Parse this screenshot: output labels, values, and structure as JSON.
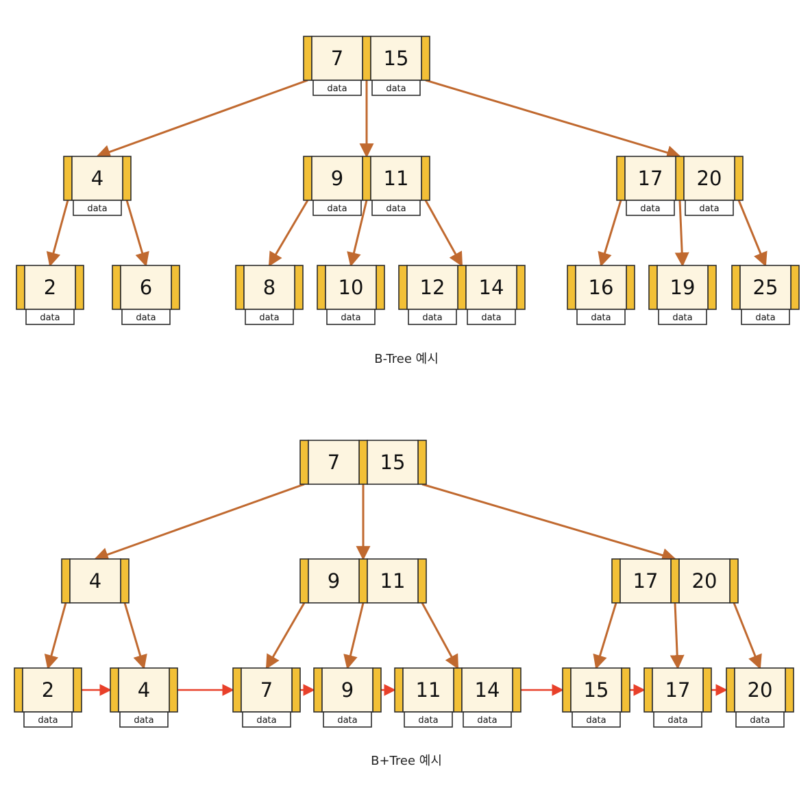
{
  "colors": {
    "node_fill": "#fdf5e0",
    "pointer_fill": "#f2c037",
    "border": "#2b2b2b",
    "edge": "#c0692f",
    "leaf_link": "#e8402a"
  },
  "btree": {
    "caption": "B-Tree 예시",
    "data_label": "data",
    "nodes": [
      {
        "id": "b-root",
        "keys": [
          "7",
          "15"
        ],
        "has_data": true
      },
      {
        "id": "b-n4",
        "keys": [
          "4"
        ],
        "has_data": true
      },
      {
        "id": "b-n9-11",
        "keys": [
          "9",
          "11"
        ],
        "has_data": true
      },
      {
        "id": "b-n17-20",
        "keys": [
          "17",
          "20"
        ],
        "has_data": true
      },
      {
        "id": "b-leaf-2",
        "keys": [
          "2"
        ],
        "has_data": true
      },
      {
        "id": "b-leaf-6",
        "keys": [
          "6"
        ],
        "has_data": true
      },
      {
        "id": "b-leaf-8",
        "keys": [
          "8"
        ],
        "has_data": true
      },
      {
        "id": "b-leaf-10",
        "keys": [
          "10"
        ],
        "has_data": true
      },
      {
        "id": "b-leaf-12-14",
        "keys": [
          "12",
          "14"
        ],
        "has_data": true
      },
      {
        "id": "b-leaf-16",
        "keys": [
          "16"
        ],
        "has_data": true
      },
      {
        "id": "b-leaf-19",
        "keys": [
          "19"
        ],
        "has_data": true
      },
      {
        "id": "b-leaf-25",
        "keys": [
          "25"
        ],
        "has_data": true
      }
    ],
    "edges": [
      {
        "from": "b-root",
        "to": "b-n4"
      },
      {
        "from": "b-root",
        "to": "b-n9-11"
      },
      {
        "from": "b-root",
        "to": "b-n17-20"
      },
      {
        "from": "b-n4",
        "to": "b-leaf-2"
      },
      {
        "from": "b-n4",
        "to": "b-leaf-6"
      },
      {
        "from": "b-n9-11",
        "to": "b-leaf-8"
      },
      {
        "from": "b-n9-11",
        "to": "b-leaf-10"
      },
      {
        "from": "b-n9-11",
        "to": "b-leaf-12-14"
      },
      {
        "from": "b-n17-20",
        "to": "b-leaf-16"
      },
      {
        "from": "b-n17-20",
        "to": "b-leaf-19"
      },
      {
        "from": "b-n17-20",
        "to": "b-leaf-25"
      }
    ]
  },
  "bplustree": {
    "caption": "B+Tree 예시",
    "data_label": "data",
    "nodes": [
      {
        "id": "p-root",
        "keys": [
          "7",
          "15"
        ],
        "has_data": false
      },
      {
        "id": "p-n4",
        "keys": [
          "4"
        ],
        "has_data": false
      },
      {
        "id": "p-n9-11",
        "keys": [
          "9",
          "11"
        ],
        "has_data": false
      },
      {
        "id": "p-n17-20",
        "keys": [
          "17",
          "20"
        ],
        "has_data": false
      },
      {
        "id": "p-leaf-2",
        "keys": [
          "2"
        ],
        "has_data": true
      },
      {
        "id": "p-leaf-4",
        "keys": [
          "4"
        ],
        "has_data": true
      },
      {
        "id": "p-leaf-7",
        "keys": [
          "7"
        ],
        "has_data": true
      },
      {
        "id": "p-leaf-9",
        "keys": [
          "9"
        ],
        "has_data": true
      },
      {
        "id": "p-leaf-11-14",
        "keys": [
          "11",
          "14"
        ],
        "has_data": true
      },
      {
        "id": "p-leaf-15",
        "keys": [
          "15"
        ],
        "has_data": true
      },
      {
        "id": "p-leaf-17",
        "keys": [
          "17"
        ],
        "has_data": true
      },
      {
        "id": "p-leaf-20",
        "keys": [
          "20"
        ],
        "has_data": true
      }
    ],
    "edges": [
      {
        "from": "p-root",
        "to": "p-n4"
      },
      {
        "from": "p-root",
        "to": "p-n9-11"
      },
      {
        "from": "p-root",
        "to": "p-n17-20"
      },
      {
        "from": "p-n4",
        "to": "p-leaf-2"
      },
      {
        "from": "p-n4",
        "to": "p-leaf-4"
      },
      {
        "from": "p-n9-11",
        "to": "p-leaf-7"
      },
      {
        "from": "p-n9-11",
        "to": "p-leaf-9"
      },
      {
        "from": "p-n9-11",
        "to": "p-leaf-11-14"
      },
      {
        "from": "p-n17-20",
        "to": "p-leaf-15"
      },
      {
        "from": "p-n17-20",
        "to": "p-leaf-17"
      },
      {
        "from": "p-n17-20",
        "to": "p-leaf-20"
      }
    ],
    "leaf_links": [
      {
        "from": "p-leaf-2",
        "to": "p-leaf-4"
      },
      {
        "from": "p-leaf-4",
        "to": "p-leaf-7"
      },
      {
        "from": "p-leaf-7",
        "to": "p-leaf-9"
      },
      {
        "from": "p-leaf-9",
        "to": "p-leaf-11-14"
      },
      {
        "from": "p-leaf-11-14",
        "to": "p-leaf-15"
      },
      {
        "from": "p-leaf-15",
        "to": "p-leaf-17"
      },
      {
        "from": "p-leaf-17",
        "to": "p-leaf-20"
      }
    ]
  }
}
